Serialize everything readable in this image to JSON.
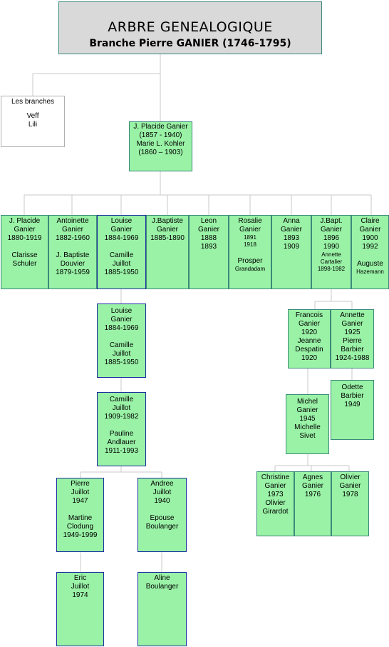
{
  "header": {
    "title": "ARBRE GENEALOGIQUE",
    "subtitle": "Branche Pierre GANIER (1746-1795)"
  },
  "branches": {
    "title": "Les branches",
    "items": [
      "Veff",
      "Lili"
    ]
  },
  "root": [
    "J. Placide Ganier",
    "(1857 - 1940)",
    "Marie L. Kohler",
    "(1860 – 1903)"
  ],
  "children": [
    [
      "J. Placide",
      "Ganier",
      "1880-1919",
      "",
      "Clarisse",
      "Schuler"
    ],
    [
      "Antoinette",
      "Ganier",
      "1882-1960",
      "",
      "J. Baptiste",
      "Douvier",
      "1879-1959"
    ],
    [
      "Louise",
      "Ganier",
      "1884-1969",
      "",
      "Camille",
      "Juillot",
      "1885-1950"
    ],
    [
      "J.Baptiste",
      "Ganier",
      "1885-1890"
    ],
    [
      "Leon",
      "Ganier",
      "1888",
      "1893"
    ],
    [
      "Rosalie",
      "Ganier",
      "1891",
      "1918",
      "",
      "Prosper",
      "Grandadam"
    ],
    [
      "Anna",
      "Ganier",
      "1893",
      "1909"
    ],
    [
      "J.Bapt.",
      "Ganier",
      "1896",
      "1990",
      "Annette",
      "Cartalier",
      "1898-1982"
    ],
    [
      "Claire",
      "Ganier",
      "1900",
      "1992",
      "",
      "Auguste",
      "Hazemann"
    ]
  ],
  "louise_copy": [
    "Louise",
    "Ganier",
    "1884-1969",
    "",
    "Camille",
    "Juillot",
    "1885-1950"
  ],
  "camille": [
    "Camille",
    "Juillot",
    "1909-1982",
    "",
    "Pauline",
    "Andlauer",
    "1911-1993"
  ],
  "pierre": [
    "Pierre",
    "Juillot",
    "1947",
    "",
    "Martine",
    "Clodung",
    "1949-1999"
  ],
  "andree": [
    "Andree",
    "Juillot",
    "1940",
    "",
    "Epouse",
    "Boulanger"
  ],
  "eric": [
    "Eric",
    "Juillot",
    "1974"
  ],
  "aline": [
    "Aline",
    "Boulanger"
  ],
  "francois": [
    "Francois",
    "Ganier",
    "1920",
    "Jeanne",
    "Despatin",
    "1920"
  ],
  "annette": [
    "Annette",
    "Ganier",
    "1925",
    "Pierre",
    "Barbier",
    "1924-1988"
  ],
  "odette": [
    "Odette",
    "Barbier",
    "1949"
  ],
  "michel": [
    "Michel",
    "Ganier",
    "1945",
    "Michelle",
    "Sivet"
  ],
  "christine": [
    "Christine",
    "Ganier",
    "1973",
    "Olivier",
    "Girardot"
  ],
  "agnes": [
    "Agnes",
    "Ganier",
    "1976"
  ],
  "olivier": [
    "Olivier",
    "Ganier",
    "1978"
  ]
}
